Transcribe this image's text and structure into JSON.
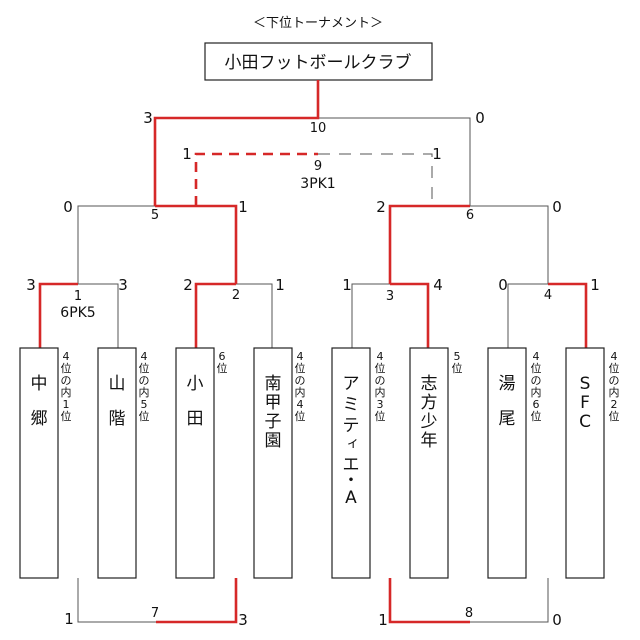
{
  "heading": "＜下位トーナメント＞",
  "champion": "小田フットボールクラブ",
  "teams": [
    {
      "name": "中郷",
      "chars": [
        "中",
        "郷"
      ],
      "side_note": [
        "4",
        "位",
        "の",
        "内",
        "1",
        "位"
      ]
    },
    {
      "name": "山階",
      "chars": [
        "山",
        "階"
      ],
      "side_note": [
        "4",
        "位",
        "の",
        "内",
        "5",
        "位"
      ]
    },
    {
      "name": "小田",
      "chars": [
        "小",
        "田"
      ],
      "side_note": [
        "6",
        "位"
      ]
    },
    {
      "name": "南甲子園",
      "chars": [
        "南",
        "甲",
        "子",
        "園"
      ],
      "side_note": [
        "4",
        "位",
        "の",
        "内",
        "4",
        "位"
      ]
    },
    {
      "name": "アミティエ・A",
      "chars": [
        "ア",
        "ミ",
        "テ",
        "ィ",
        "エ",
        "・",
        "A"
      ],
      "side_note": [
        "4",
        "位",
        "の",
        "内",
        "3",
        "位"
      ]
    },
    {
      "name": "志方少年",
      "chars": [
        "志",
        "方",
        "少",
        "年"
      ],
      "side_note": [
        "5",
        "位"
      ]
    },
    {
      "name": "湯尾",
      "chars": [
        "湯",
        "尾"
      ],
      "side_note": [
        "4",
        "位",
        "の",
        "内",
        "6",
        "位"
      ]
    },
    {
      "name": "SFC",
      "chars": [
        "S",
        "F",
        "C"
      ],
      "side_note": [
        "4",
        "位",
        "の",
        "内",
        "2",
        "位"
      ]
    }
  ],
  "matches": {
    "m1": {
      "no": "1",
      "left": "3",
      "right": "3",
      "note": "6PK5"
    },
    "m2": {
      "no": "2",
      "left": "2",
      "right": "1"
    },
    "m3": {
      "no": "3",
      "left": "1",
      "right": "4"
    },
    "m4": {
      "no": "4",
      "left": "0",
      "right": "1"
    },
    "m5": {
      "no": "5",
      "left": "0",
      "right": "1"
    },
    "m6": {
      "no": "6",
      "left": "2",
      "right": "0"
    },
    "m7": {
      "no": "7",
      "left": "1",
      "right": "3"
    },
    "m8": {
      "no": "8",
      "left": "1",
      "right": "0"
    },
    "m9": {
      "no": "9",
      "left": "1",
      "right": "1",
      "note": "3PK1"
    },
    "m10": {
      "no": "10",
      "left": "3",
      "right": "0"
    }
  },
  "colors": {
    "winner": "#d62828",
    "line": "#555555",
    "box": "#222222"
  }
}
